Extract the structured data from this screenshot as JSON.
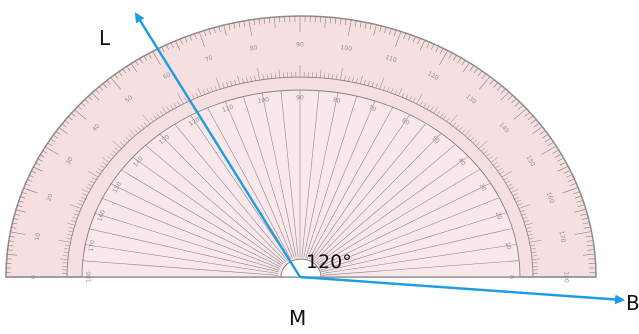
{
  "labels": {
    "vertex": "M",
    "ray_end_left": "L",
    "ray_end_right": "B",
    "angle": "120°"
  },
  "rays": [
    {
      "name": "ML",
      "direction_deg": 120
    },
    {
      "name": "MB",
      "direction_deg": 0
    }
  ],
  "protractor": {
    "outer_scale": [
      "0",
      "10",
      "20",
      "30",
      "40",
      "50",
      "60",
      "70",
      "80",
      "90",
      "100",
      "110",
      "120",
      "130",
      "140",
      "150",
      "160",
      "170",
      "180"
    ],
    "inner_scale": [
      "180",
      "170",
      "160",
      "150",
      "140",
      "130",
      "120",
      "110",
      "100",
      "90",
      "80",
      "70",
      "60",
      "50",
      "40",
      "30",
      "20",
      "10",
      "0"
    ]
  },
  "colors": {
    "ray": "#1e9ce0",
    "protractor_fill": "#f6dfe1",
    "protractor_edge": "#8c8c8c",
    "tick": "#8a7e82"
  }
}
